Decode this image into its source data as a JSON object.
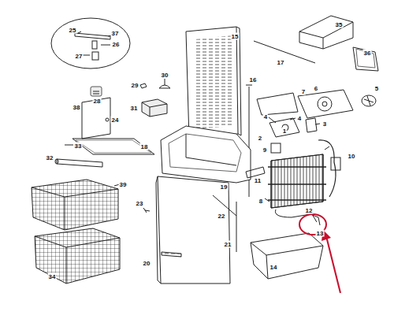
{
  "diagram": {
    "labels": [
      "25",
      "37",
      "26",
      "27",
      "28",
      "29",
      "30",
      "31",
      "24",
      "38",
      "33",
      "32",
      "39",
      "23",
      "34",
      "20",
      "18",
      "19",
      "21",
      "22",
      "15",
      "16",
      "17",
      "35",
      "36",
      "7",
      "6",
      "5",
      "4",
      "4",
      "3",
      "2",
      "1",
      "9",
      "11",
      "10",
      "8",
      "12",
      "13",
      "14"
    ]
  }
}
